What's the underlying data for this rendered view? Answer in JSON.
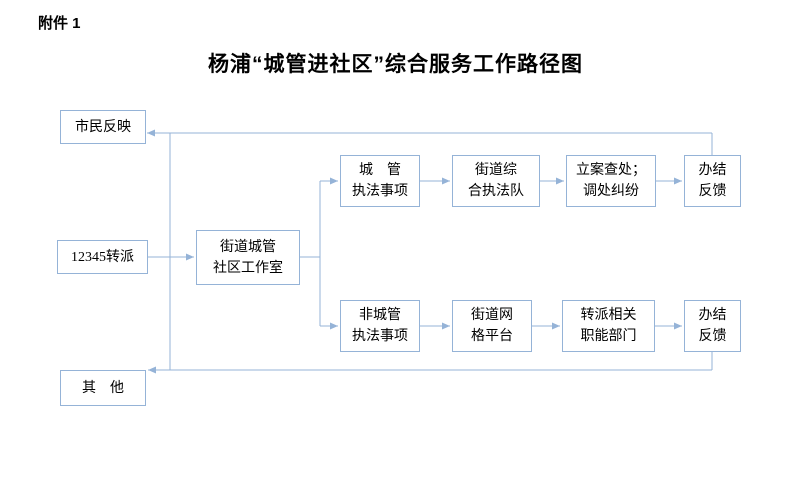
{
  "attachment_label": "附件 1",
  "title": "杨浦“城管进社区”综合服务工作路径图",
  "colors": {
    "connector": "#95b3d7",
    "text": "#000000",
    "background": "#ffffff"
  },
  "nodes": {
    "citizen": {
      "line1": "市民反映"
    },
    "hotline": {
      "line1": "12345转派"
    },
    "other": {
      "line1": "其　他"
    },
    "workshop": {
      "line1": "街道城管",
      "line2": "社区工作室"
    },
    "chengguan_matters": {
      "line1": "城　管",
      "line2": "执法事项"
    },
    "enforcement_team": {
      "line1": "街道综",
      "line2": "合执法队"
    },
    "case_handling": {
      "line1": "立案查处；",
      "line2": "调处纠纷"
    },
    "feedback_top": {
      "line1": "办结",
      "line2": "反馈"
    },
    "non_chengguan_matters": {
      "line1": "非城管",
      "line2": "执法事项"
    },
    "grid_platform": {
      "line1": "街道网",
      "line2": "格平台"
    },
    "transfer_departments": {
      "line1": "转派相关",
      "line2": "职能部门"
    },
    "feedback_bottom": {
      "line1": "办结",
      "line2": "反馈"
    }
  }
}
